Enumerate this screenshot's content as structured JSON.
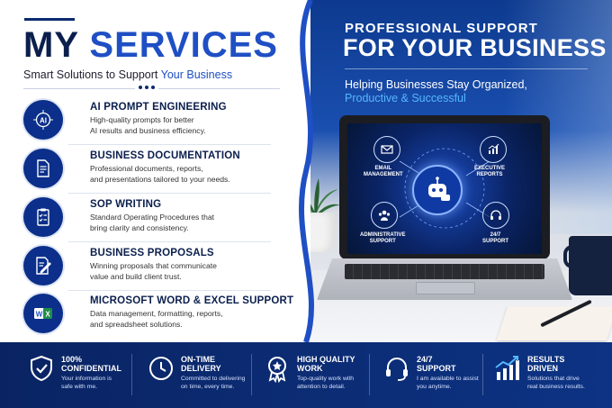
{
  "left": {
    "title_word1": "MY",
    "title_word2": "SERVICES",
    "subtitle_prefix": "Smart Solutions to Support",
    "subtitle_highlight": "Your Business",
    "services": [
      {
        "title": "AI PROMPT ENGINEERING",
        "line1": "High-quality prompts for better",
        "line2": "AI results and business efficiency.",
        "icon": "ai-chip-icon",
        "icon_text": "AI"
      },
      {
        "title": "BUSINESS DOCUMENTATION",
        "line1": "Professional documents, reports,",
        "line2": "and presentations tailored to your needs.",
        "icon": "document-icon"
      },
      {
        "title": "SOP WRITING",
        "line1": "Standard Operating Procedures that",
        "line2": "bring clarity and consistency.",
        "icon": "checklist-icon"
      },
      {
        "title": "BUSINESS PROPOSALS",
        "line1": "Winning proposals that communicate",
        "line2": "value and build client trust.",
        "icon": "proposal-icon"
      },
      {
        "title": "MICROSOFT WORD & EXCEL SUPPORT",
        "line1": "Data management, formatting, reports,",
        "line2": "and spreadsheet solutions.",
        "icon": "word-excel-icon",
        "icon_text_w": "W",
        "icon_text_x": "X"
      }
    ]
  },
  "right": {
    "heading_small": "PROFESSIONAL SUPPORT",
    "heading_large": "FOR YOUR BUSINESS",
    "tagline1": "Helping Businesses Stay Organized,",
    "tagline2": "Productive & Successful",
    "screen": {
      "email": [
        "EMAIL",
        "MANAGEMENT"
      ],
      "exec": [
        "EXECUTIVE",
        "REPORTS"
      ],
      "admin": [
        "ADMINISTRATIVE",
        "SUPPORT"
      ],
      "support": [
        "24/7",
        "SUPPORT"
      ]
    }
  },
  "features": [
    {
      "t1": "100%",
      "t2": "CONFIDENTIAL",
      "d1": "Your information is",
      "d2": "safe with me.",
      "icon": "shield-check-icon"
    },
    {
      "t1": "ON-TIME",
      "t2": "DELIVERY",
      "d1": "Committed to delivering",
      "d2": "on time, every time.",
      "icon": "clock-icon"
    },
    {
      "t1": "HIGH QUALITY",
      "t2": "WORK",
      "d1": "Top-quality work with",
      "d2": "attention to detail.",
      "icon": "award-icon"
    },
    {
      "t1": "24/7",
      "t2": "SUPPORT",
      "d1": "I am available to assist",
      "d2": "you anytime.",
      "icon": "headset-icon"
    },
    {
      "t1": "RESULTS",
      "t2": "DRIVEN",
      "d1": "Solutions that drive",
      "d2": "real business results.",
      "icon": "growth-chart-icon"
    }
  ],
  "colors": {
    "navy": "#0b2a6e",
    "accent": "#1f4fc4",
    "highlight": "#55b7ff"
  }
}
